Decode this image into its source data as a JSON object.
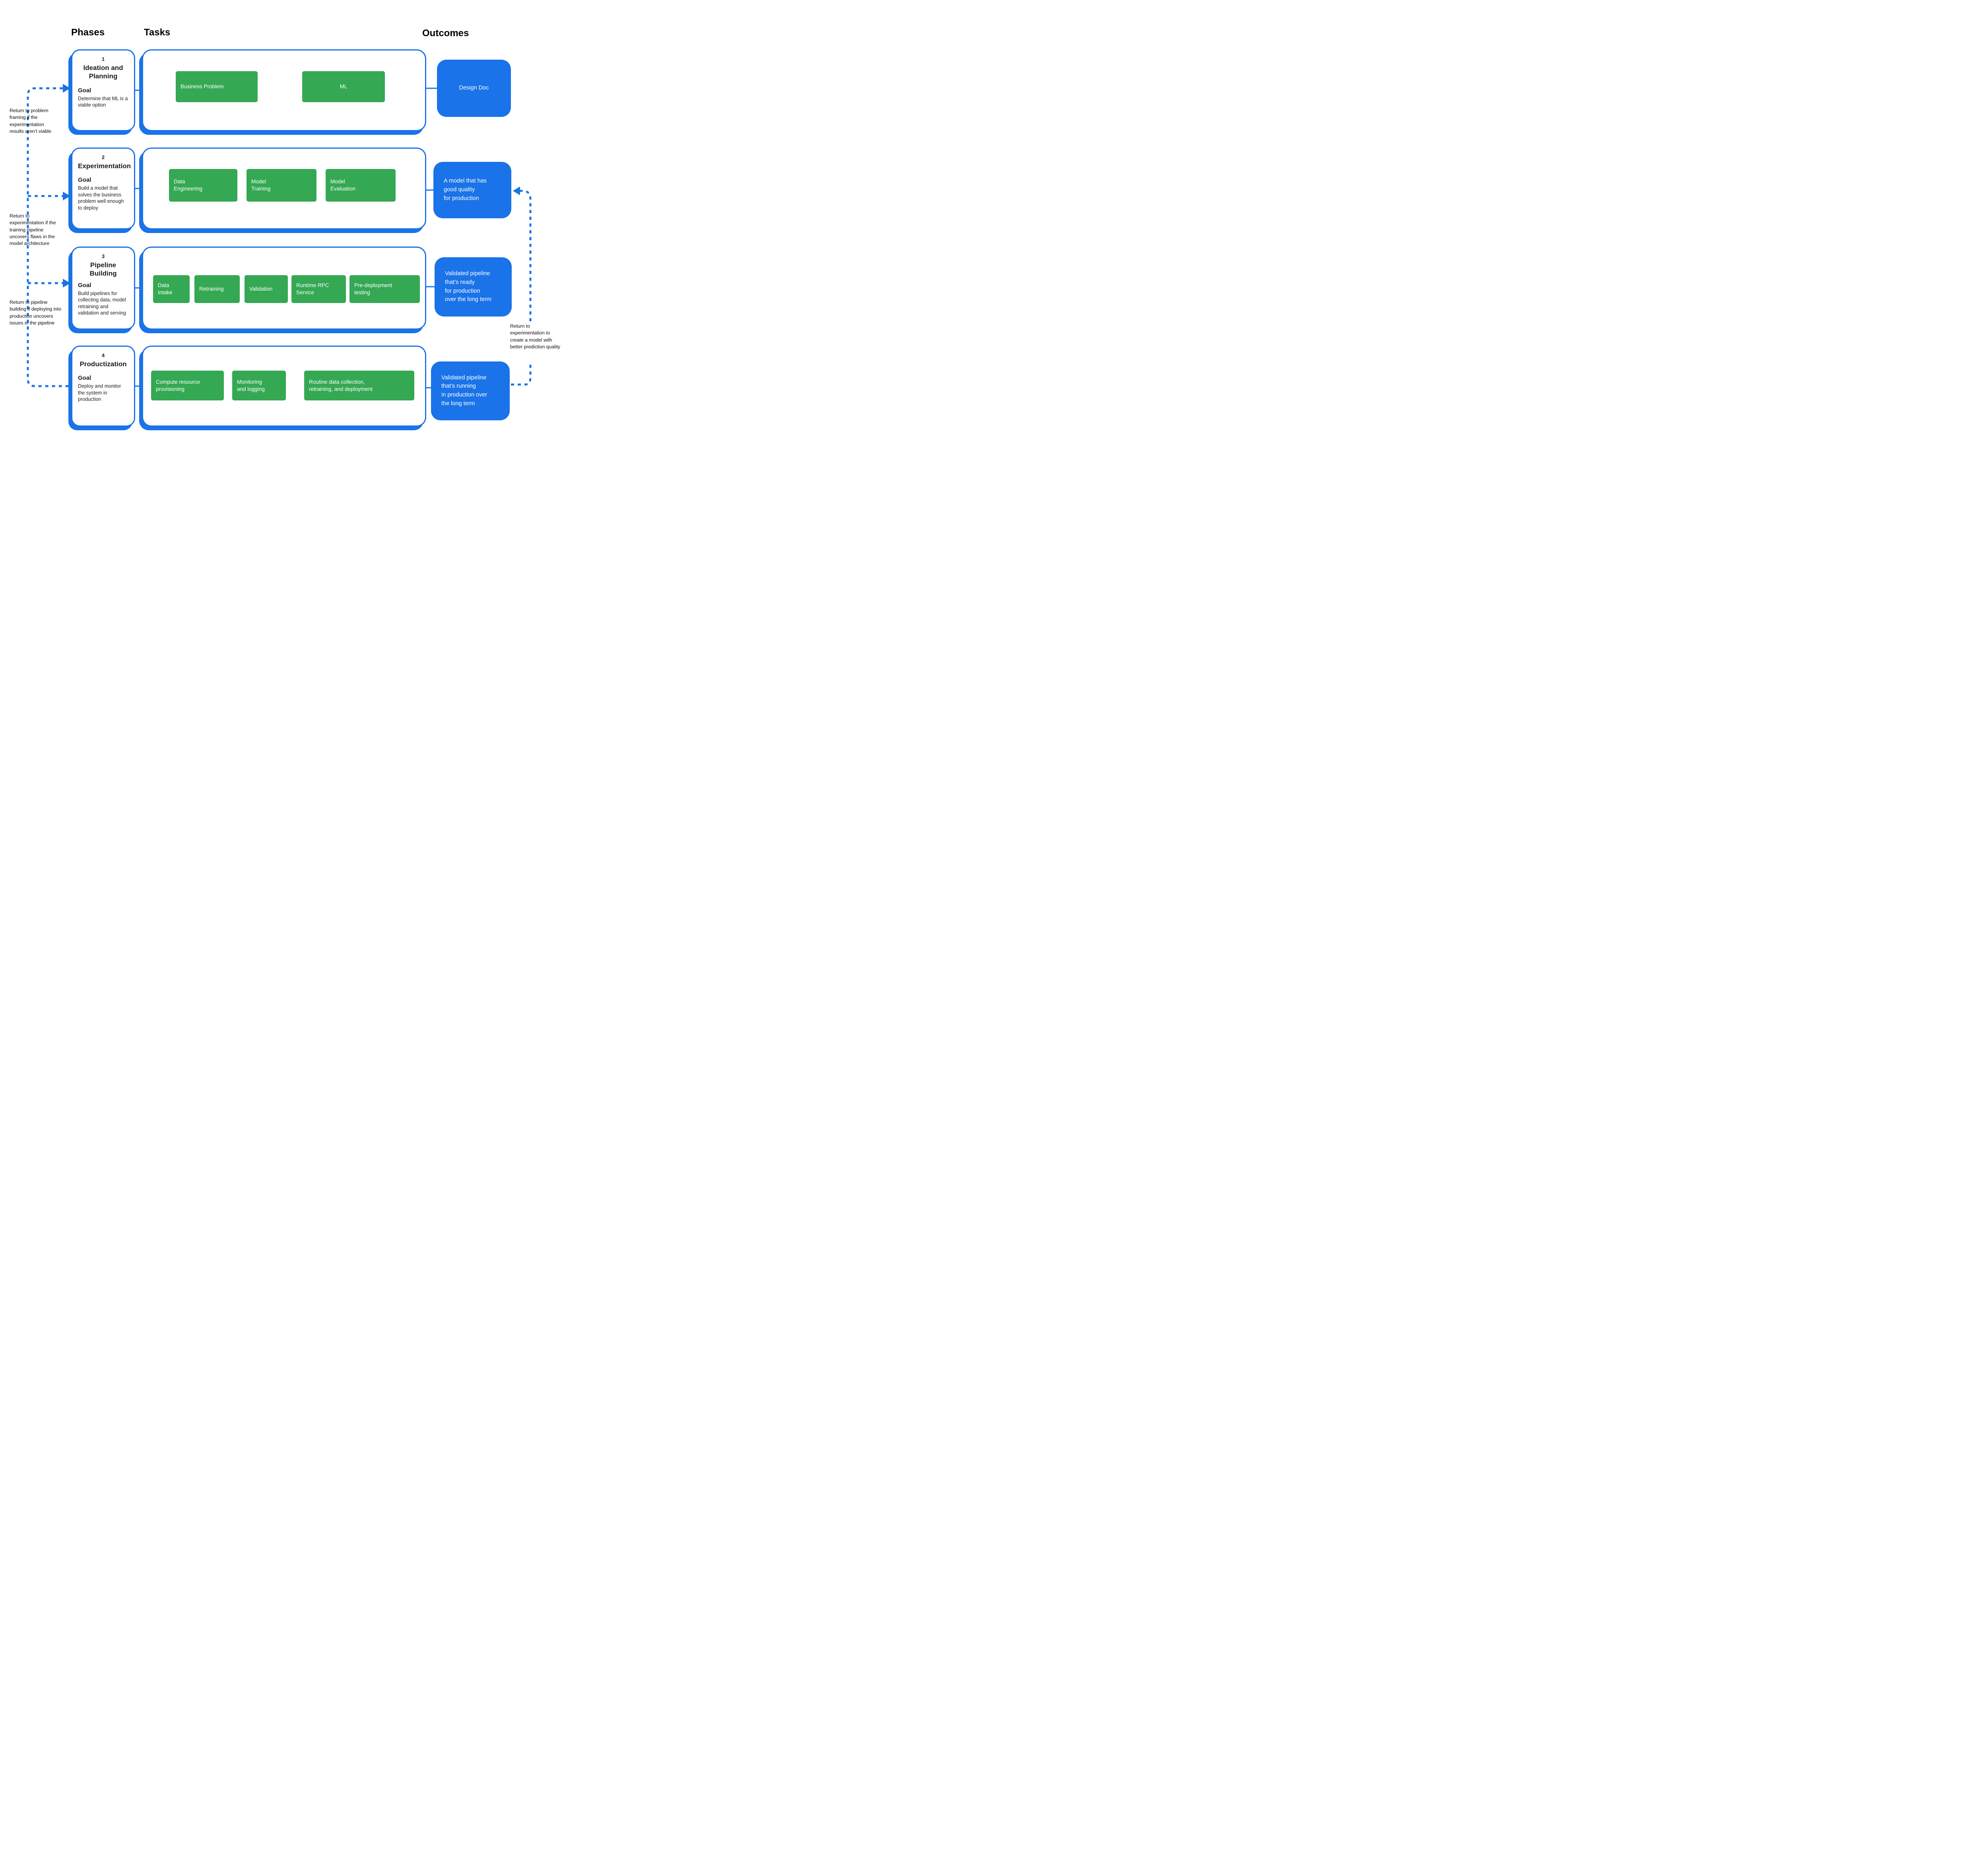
{
  "colors": {
    "blue": "#1a73e8",
    "green": "#34a853",
    "text": "#1d1d1f",
    "background": "#ffffff"
  },
  "headers": {
    "phases": "Phases",
    "tasks": "Tasks",
    "outcomes": "Outcomes"
  },
  "phases": [
    {
      "number": "1",
      "title": "Ideation and Planning",
      "goal_label": "Goal",
      "goal": "Determine that ML is a viable option"
    },
    {
      "number": "2",
      "title": "Experimentation",
      "goal_label": "Goal",
      "goal": "Build a model that solves the business problem well enough to deploy"
    },
    {
      "number": "3",
      "title": "Pipeline Building",
      "goal_label": "Goal",
      "goal": "Build pipelines for collecting data, model retraining and validation and serving"
    },
    {
      "number": "4",
      "title": "Productization",
      "goal_label": "Goal",
      "goal": "Deploy and monitor the system in production"
    }
  ],
  "tasks": {
    "row1": [
      "Business Problem",
      "ML"
    ],
    "row2": [
      "Data\nEngineering",
      "Model\nTraining",
      "Model\nEvaluation"
    ],
    "row3": [
      "Data\nIntake",
      "Retraining",
      "Validation",
      "Runtime RPC\nService",
      "Pre-deployment\ntesting"
    ],
    "row4": [
      "Compute  resource\nprovisioning",
      "Monitoring\nand logging",
      "Routine data collection,\nretraining, and deployment"
    ]
  },
  "outcomes": [
    "Design Doc",
    "A model that has\ngood quality\nfor production",
    "Validated pipeline\nthat’s ready\nfor production\nover the long term",
    "Validated pipeline\nthat’s running\nin production over\nthe long term"
  ],
  "annotations": {
    "left1": "Return to problem framing if the experimentation results aren’t viable",
    "left2": "Return to experimentation if the training pipeline uncovers flaws in the model architecture",
    "left3": "Return to pipeline building if deploying into production uncovers issues in the pipeline",
    "right1": "Return to experimentation to create a model with better prediction quality"
  }
}
